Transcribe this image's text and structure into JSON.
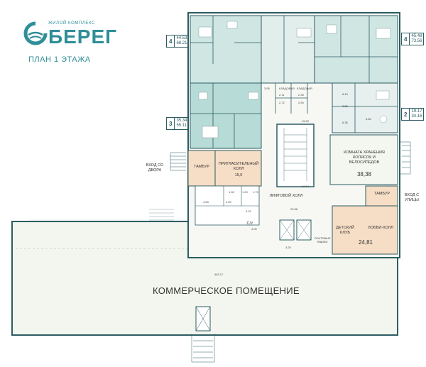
{
  "logo": {
    "subtitle": "ЖИЛОЙ КОМПЛЕКС",
    "name": "БЕРЕГ"
  },
  "plan_title": "ПЛАН 1 ЭТАЖА",
  "units": {
    "u4_left": {
      "number": "4",
      "area1": "44.53",
      "area2": "68.21"
    },
    "u3_left": {
      "number": "3",
      "area1": "35.34",
      "area2": "55.11"
    },
    "u4_right": {
      "number": "4",
      "area1": "45.48",
      "area2": "73.56"
    },
    "u2_right": {
      "number": "2",
      "area1": "19.17",
      "area2": "34.16"
    }
  },
  "rooms": {
    "tambur_left": "ТАМБУР",
    "invite_hall": "ПРИГЛАСИТЕЛЬНЫЙ ХОЛЛ",
    "invite_hall_area": "15,0",
    "entrance_yard": "ВХОД СО ДВОРА",
    "stroller_room": "КОМНАТА ХРАНЕНИЯ КОЛЯСОК И ВЕЛОСИПЕДОВ",
    "stroller_room_area": "38,38",
    "tambur_right": "ТАМБУР",
    "entrance_street": "ВХОД С УЛИЦЫ",
    "lift_hall": "ЛИФТОВОЙ ХОЛЛ",
    "kids_club": "ДЕТСКИЙ КЛУБ",
    "lobby_hall": "ЛОББИ-ХОЛЛ",
    "kids_lobby_area": "24,81",
    "su": "С/У",
    "post_boxes": "ПОЧТОВЫЕ ЯЩИКИ",
    "commercial": "КОММЕРЧЕСКОЕ ПОМЕЩЕНИЕ",
    "commercial_area": "463.17",
    "pantry1": "КЛАДОВАЯ",
    "pantry2": "КЛАДОВАЯ"
  },
  "small_areas": {
    "a1": "4.83",
    "a2": "1.28",
    "a3": "1.09",
    "a4": "1.72",
    "a5": "4.69",
    "a6": "4.31",
    "a7": "4.00",
    "a8": "3.25",
    "a9": "29.86",
    "a10": "19.04",
    "a11": "3.95",
    "a12": "2.11",
    "a13": "2.72",
    "a14": "2.35",
    "a15": "2.50",
    "a16": "15.22",
    "a17": "6.10",
    "a18": "3.58",
    "a19": "6.35",
    "a20": "3.84"
  },
  "colors": {
    "brand": "#2f8e97",
    "wall": "#2d5c63",
    "apartment_fill": "#cfe6e3",
    "apartment_fill_dark": "#b7dbd7",
    "public_fill": "#f6ddc5",
    "service_fill": "#f4f6f0",
    "commercial_fill": "#f3f6ee"
  }
}
